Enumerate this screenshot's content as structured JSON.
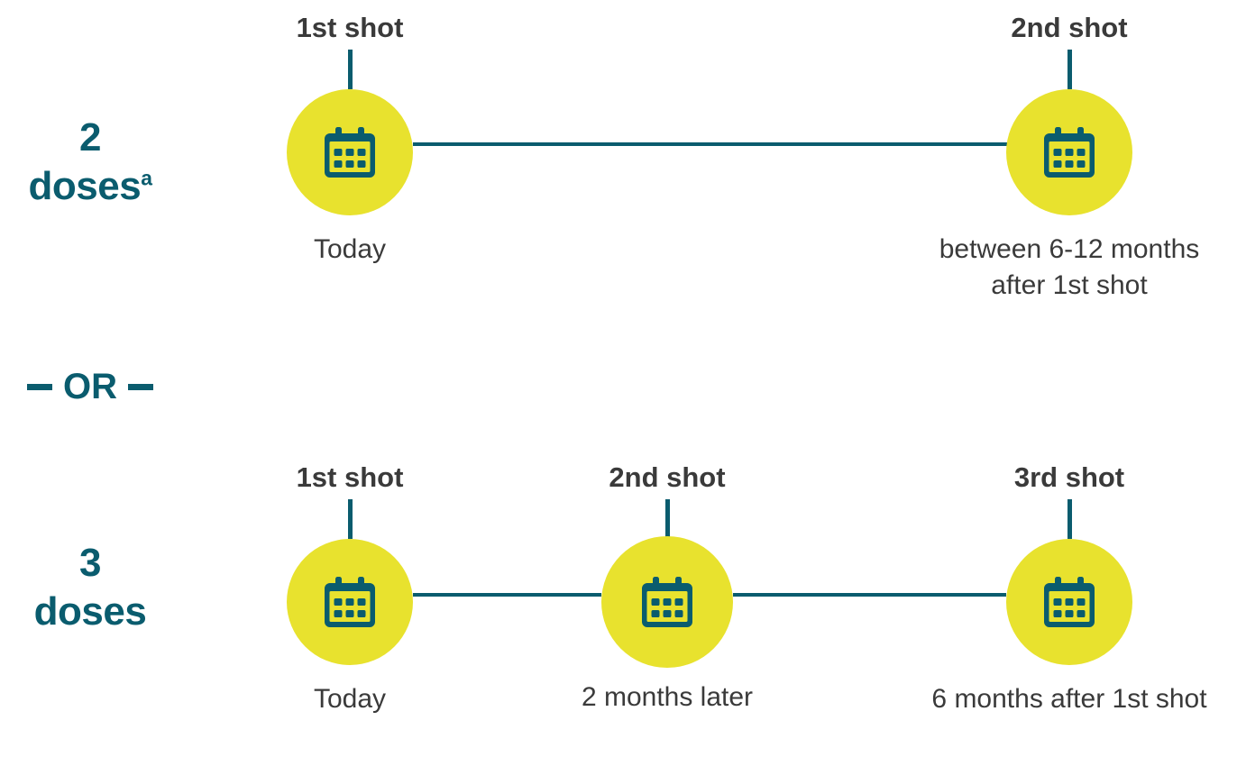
{
  "colors": {
    "accent_teal": "#0A5C6E",
    "circle_yellow": "#E8E22E",
    "label_gray": "#3A3A3A",
    "background": "#FFFFFF"
  },
  "divider": {
    "label": "OR",
    "dash_left": "–",
    "dash_right": "–"
  },
  "schedules": [
    {
      "id": "two-dose",
      "dose_count": "2",
      "dose_word": "doses",
      "dose_footnote": "a",
      "shots": [
        {
          "title": "1st shot",
          "caption": "Today",
          "icon": "calendar-icon"
        },
        {
          "title": "2nd shot",
          "caption": "between 6-12 months after 1st shot",
          "caption_line1": "between 6-12 months",
          "caption_line2": "after 1st shot",
          "icon": "calendar-icon"
        }
      ]
    },
    {
      "id": "three-dose",
      "dose_count": "3",
      "dose_word": "doses",
      "dose_footnote": "",
      "shots": [
        {
          "title": "1st shot",
          "caption": "Today",
          "icon": "calendar-icon"
        },
        {
          "title": "2nd shot",
          "caption": "2 months later",
          "icon": "calendar-icon"
        },
        {
          "title": "3rd shot",
          "caption": "6 months after 1st shot",
          "icon": "calendar-icon"
        }
      ]
    }
  ]
}
